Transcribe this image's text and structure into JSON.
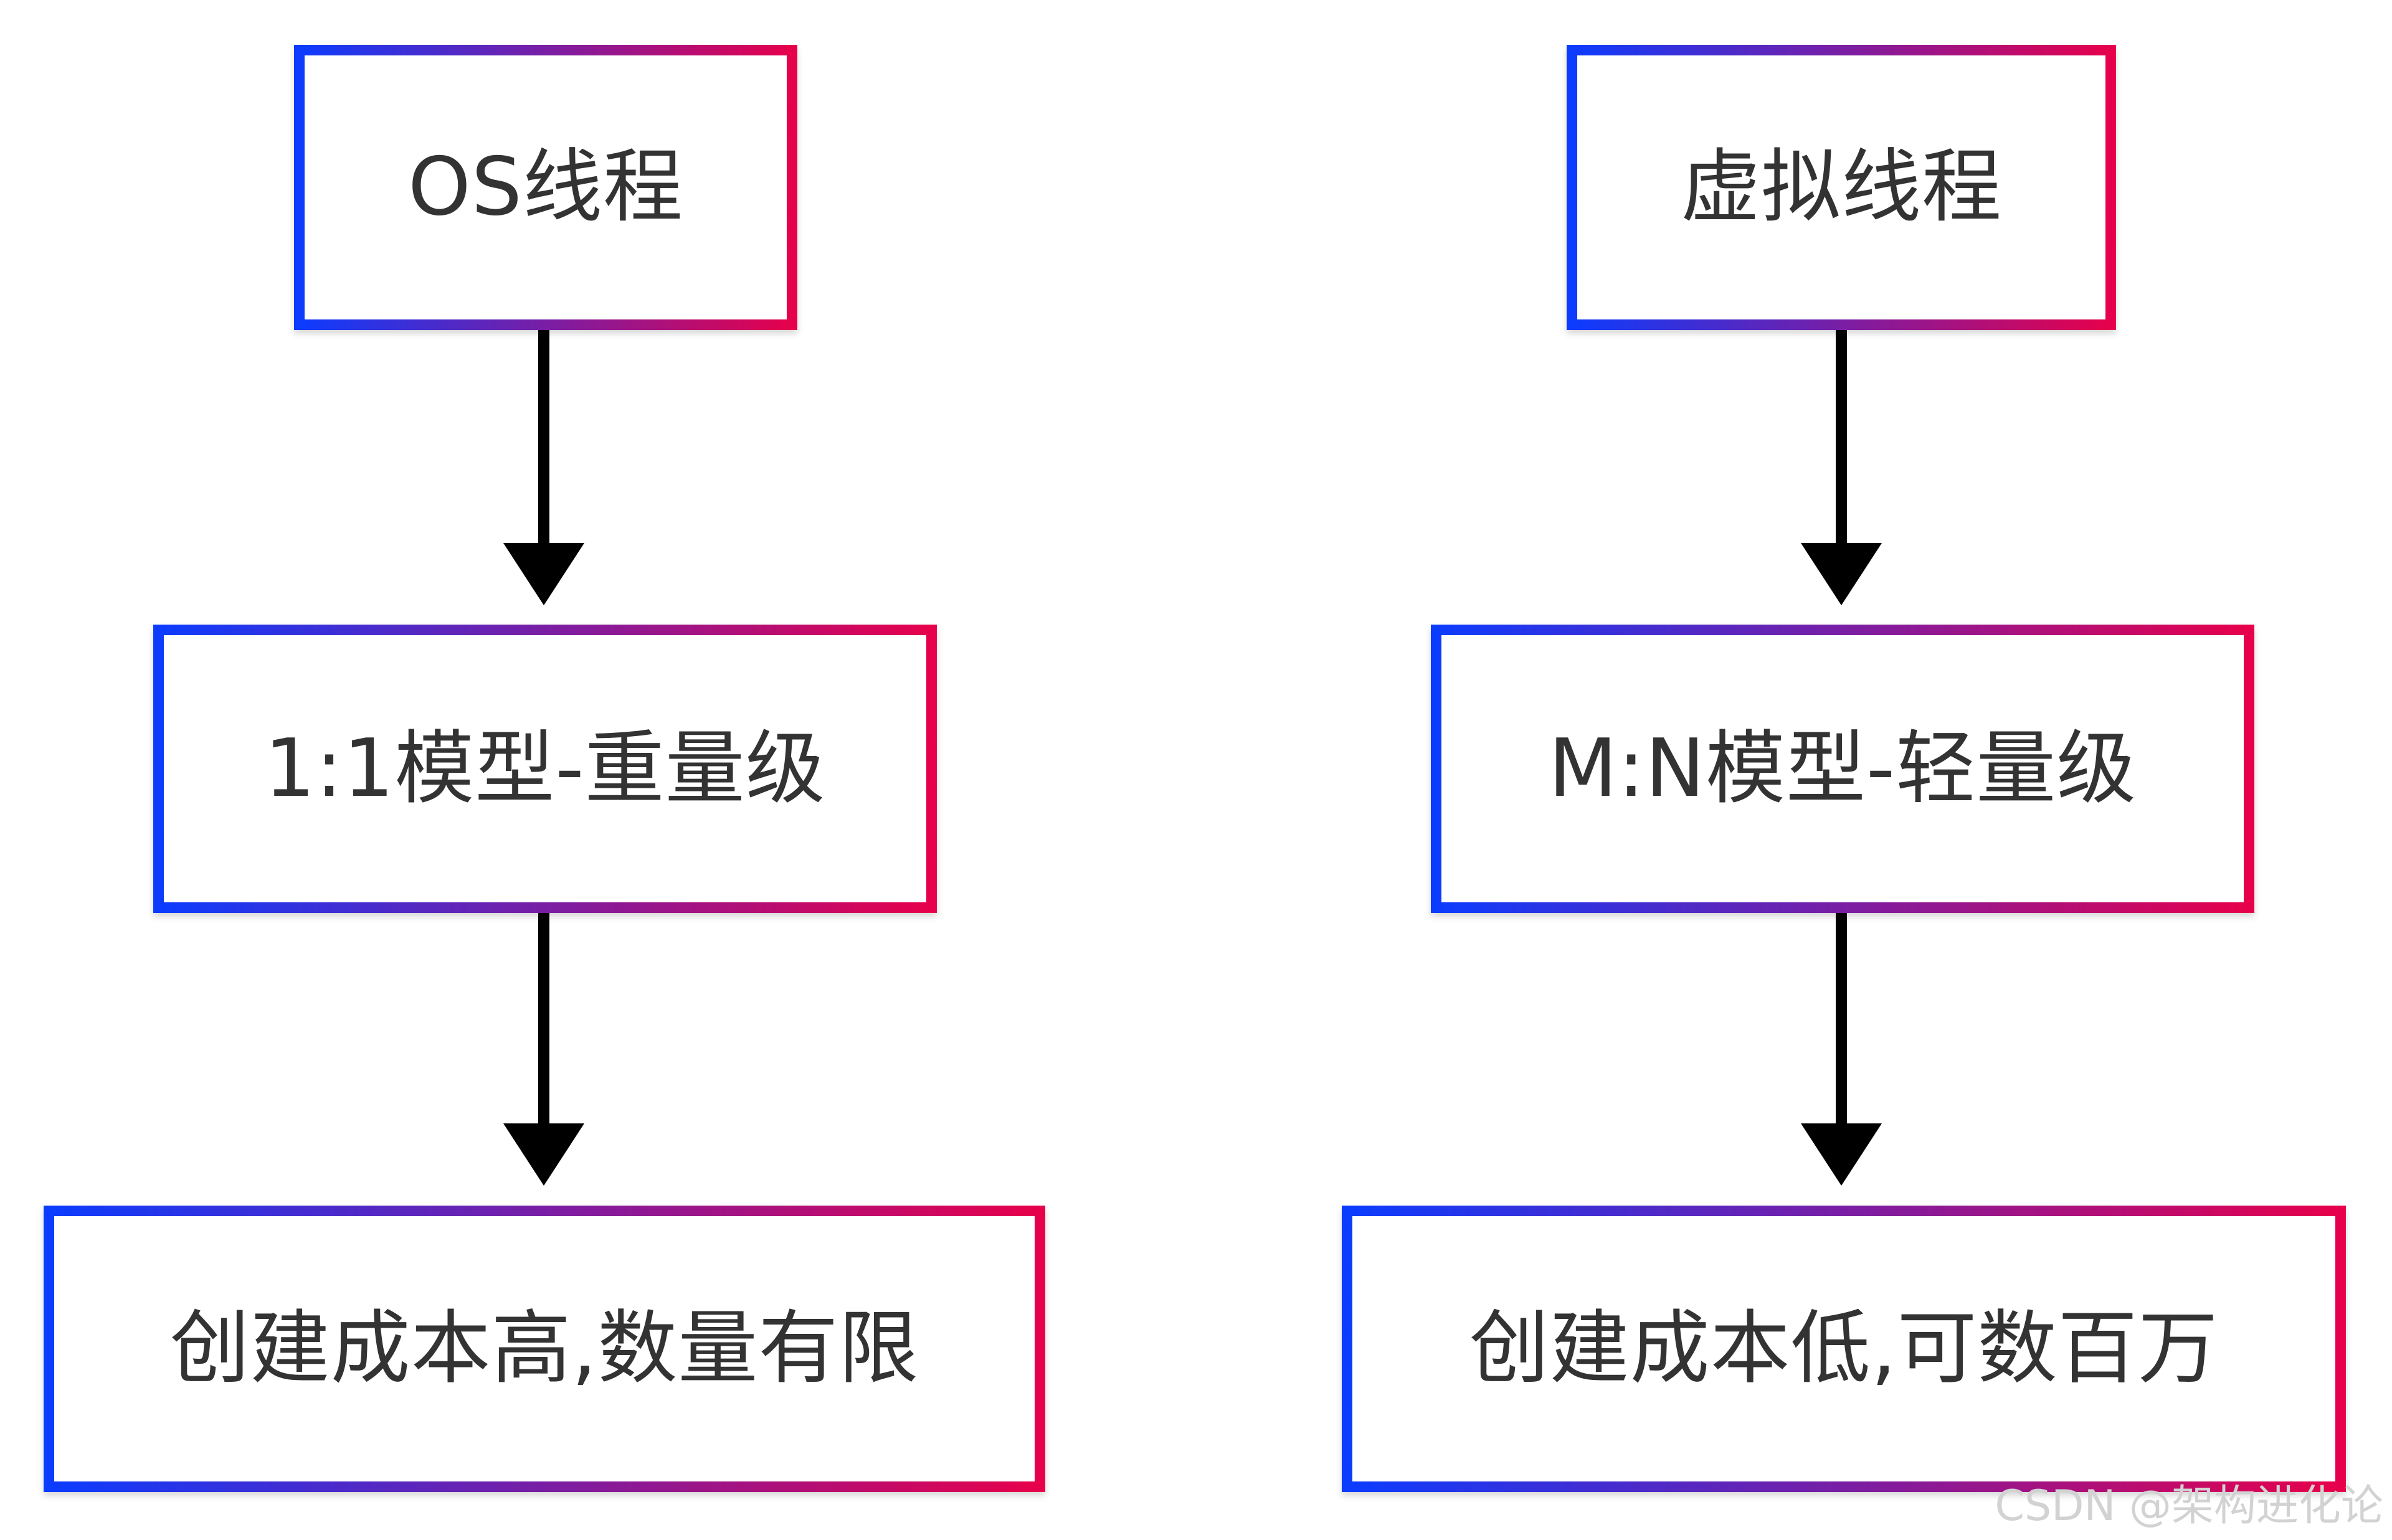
{
  "diagram": {
    "nodes": {
      "os_thread": "OS线程",
      "virtual_thread": "虚拟线程",
      "model_1_1": "1:1模型-重量级",
      "model_m_n": "M:N模型-轻量级",
      "cost_high": "创建成本高,数量有限",
      "cost_low": "创建成本低,可数百万"
    },
    "edges": [
      {
        "from": "os_thread",
        "to": "model_1_1"
      },
      {
        "from": "model_1_1",
        "to": "cost_high"
      },
      {
        "from": "virtual_thread",
        "to": "model_m_n"
      },
      {
        "from": "model_m_n",
        "to": "cost_low"
      }
    ],
    "colors": {
      "border_start": "#0a3cff",
      "border_end": "#e8004a",
      "arrow": "#000000",
      "label_text": "#333333"
    }
  },
  "watermark": "CSDN @架构进化论"
}
